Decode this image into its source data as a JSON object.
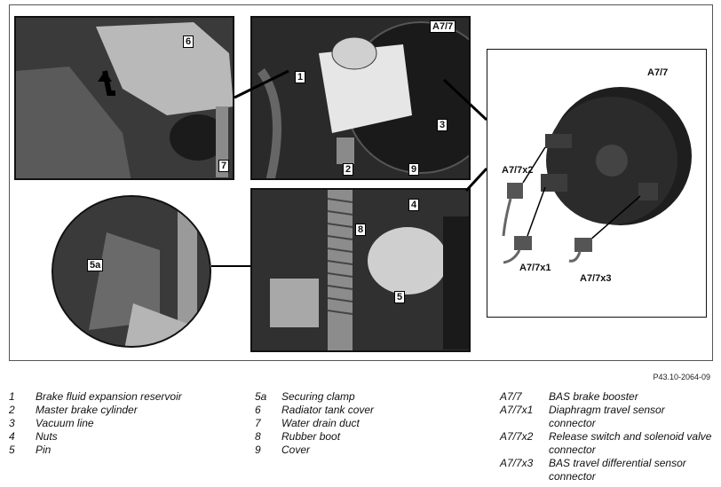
{
  "figure": {
    "reference_code": "P43.10-2064-09",
    "callouts": {
      "c6": "6",
      "c7": "7",
      "c1": "1",
      "c2": "2",
      "c3": "3",
      "c9": "9",
      "a77_top": "A7/7",
      "c8": "8",
      "c4": "4",
      "c5": "5",
      "c5a": "5a",
      "a77_right": "A7/7",
      "a77x2": "A7/7x2",
      "a77x1": "A7/7x1",
      "a77x3": "A7/7x3"
    }
  },
  "legend": {
    "col1": [
      {
        "key": "1",
        "text": "Brake fluid expansion reservoir"
      },
      {
        "key": "2",
        "text": "Master brake cylinder"
      },
      {
        "key": "3",
        "text": "Vacuum line"
      },
      {
        "key": "4",
        "text": "Nuts"
      },
      {
        "key": "5",
        "text": "Pin"
      }
    ],
    "col2": [
      {
        "key": "5a",
        "text": "Securing clamp"
      },
      {
        "key": "6",
        "text": "Radiator tank cover"
      },
      {
        "key": "7",
        "text": "Water drain duct"
      },
      {
        "key": "8",
        "text": "Rubber boot"
      },
      {
        "key": "9",
        "text": "Cover"
      }
    ],
    "col3": [
      {
        "key": "A7/7",
        "text": "BAS brake booster"
      },
      {
        "key": "A7/7x1",
        "text": "Diaphragm travel sensor connector"
      },
      {
        "key": "A7/7x2",
        "text": "Release switch and solenoid valve connector"
      },
      {
        "key": "A7/7x3",
        "text": "BAS travel differential sensor connector"
      }
    ]
  }
}
